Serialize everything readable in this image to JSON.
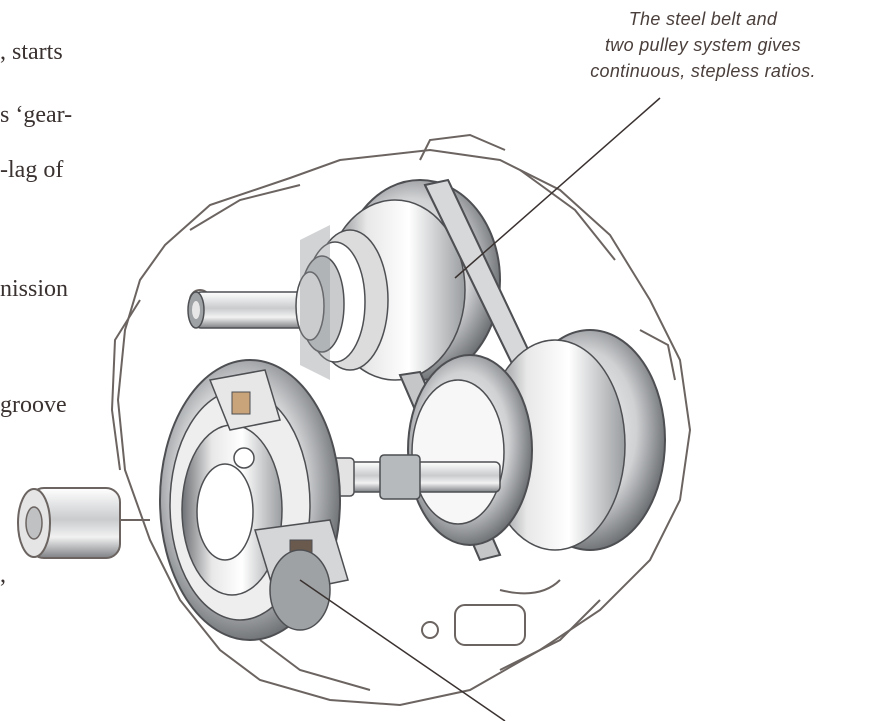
{
  "left_column": {
    "fragments": [
      ", starts",
      "s ‘gear-",
      "-lag  of",
      "nission",
      "groove",
      ","
    ]
  },
  "caption": {
    "lines": [
      "The steel belt and",
      "two pulley system gives",
      "continuous, stepless ratios."
    ]
  },
  "colors": {
    "ink": "#3a3230",
    "line_art": "#6b6461",
    "metal_light": "#f4f4f4",
    "metal_mid": "#bfc1c3",
    "metal_dark": "#4d4f52",
    "cutaway_accent": "#c9a37a"
  },
  "illustration": {
    "subject": "steel-belt-cvt-transmission-cutaway"
  }
}
